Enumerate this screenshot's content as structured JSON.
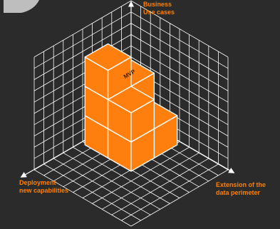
{
  "diagram": {
    "axes": {
      "vertical": {
        "line1": "Business",
        "line2": "Use cases"
      },
      "left": {
        "line1": "Deployment",
        "line2": "new capabilities"
      },
      "right": {
        "line1": "Extension of the",
        "line2": "data perimeter"
      }
    },
    "cube_label": "MVP",
    "colors": {
      "background": "#2b2b2b",
      "accent": "#ff7f00",
      "cube_face": "#ff7f0e",
      "grid": "#ffffff",
      "corner_blob": "#d8d8d8"
    }
  }
}
